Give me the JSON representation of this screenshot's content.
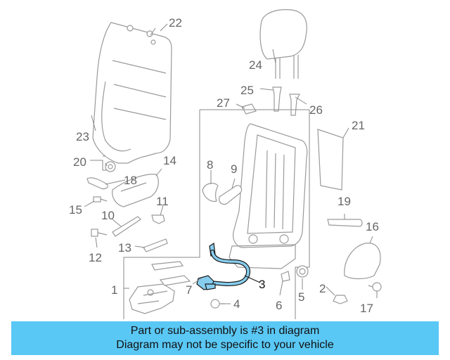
{
  "callouts": [
    "1",
    "2",
    "3",
    "4",
    "5",
    "6",
    "7",
    "8",
    "9",
    "10",
    "11",
    "12",
    "13",
    "14",
    "15",
    "16",
    "17",
    "18",
    "19",
    "20",
    "21",
    "22",
    "23",
    "24",
    "25",
    "26",
    "27"
  ],
  "highlighted_part": "3",
  "caption": {
    "line1": "Part or sub-assembly is #3 in diagram",
    "line2": "Diagram may not be specific to your vehicle"
  },
  "colors": {
    "caption_bg": "#5ac8f5",
    "highlight": "#87cdee",
    "line_art": "#9a9a9a"
  }
}
